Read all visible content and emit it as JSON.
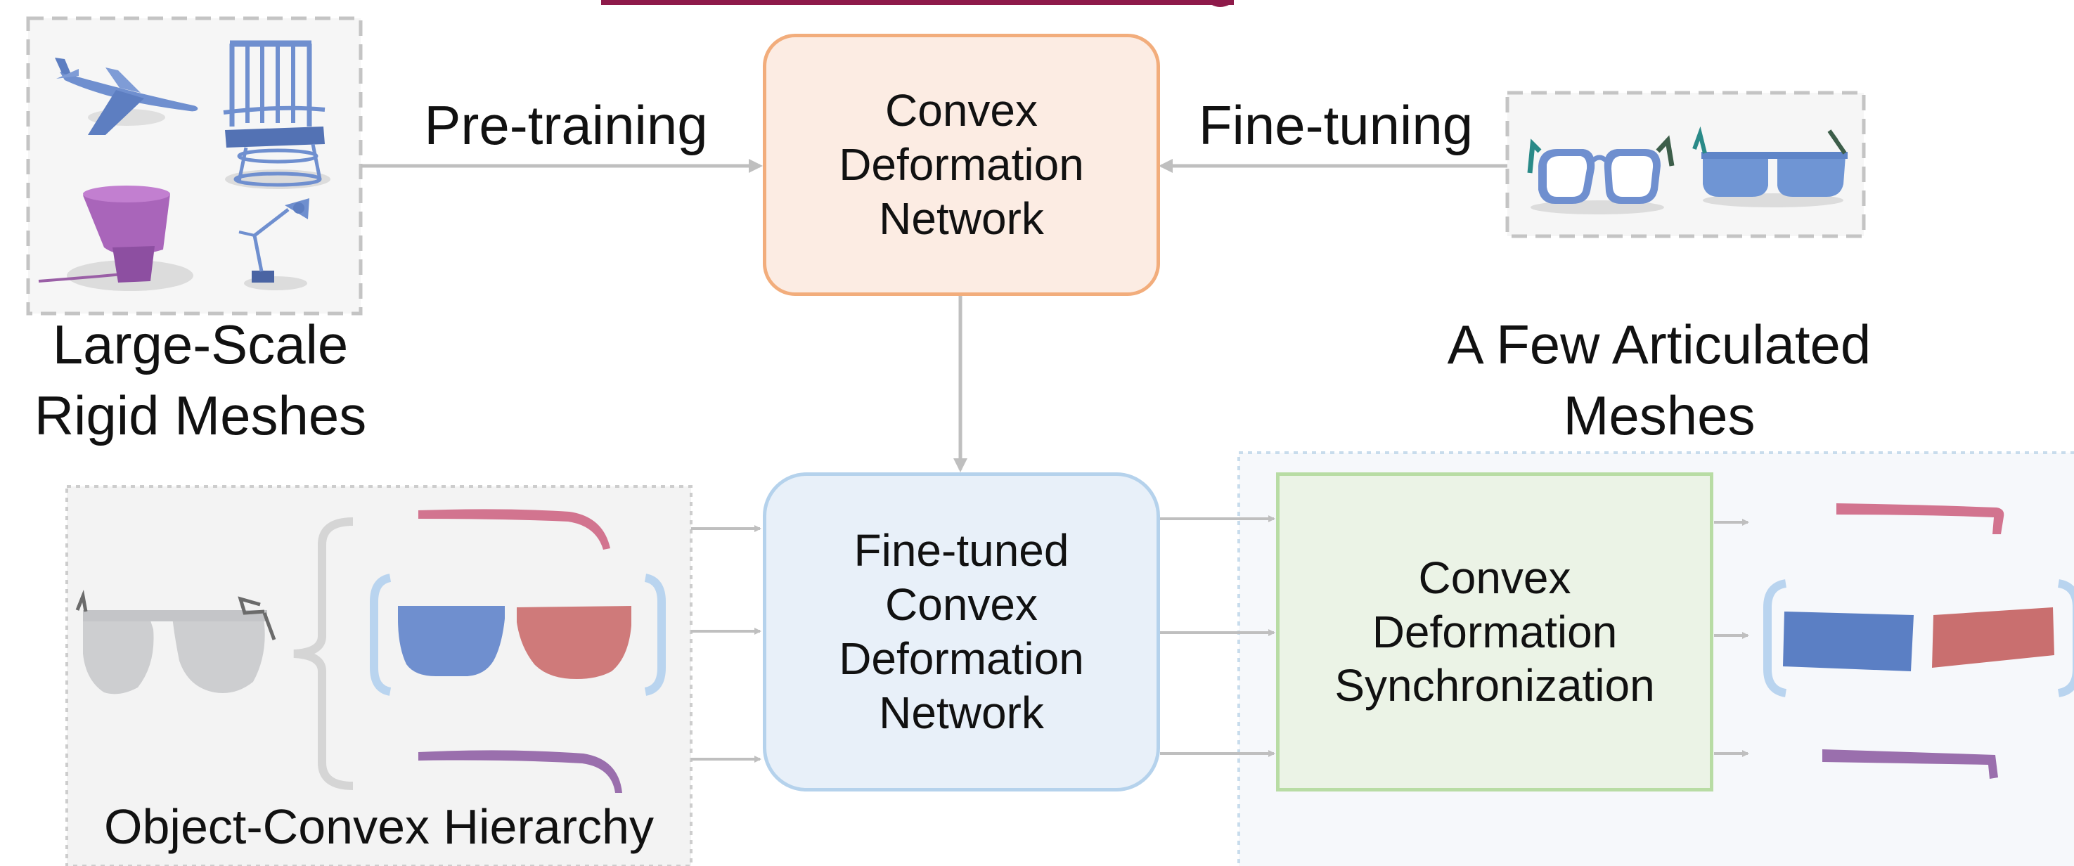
{
  "edge_labels": {
    "pretraining": "Pre-training",
    "finetuning": "Fine-tuning"
  },
  "captions": {
    "large_scale": [
      "Large-Scale",
      "Rigid Meshes"
    ],
    "few_articulated": [
      "A Few Articulated",
      "Meshes"
    ],
    "hierarchy": "Object-Convex Hierarchy"
  },
  "nodes": {
    "cdn": {
      "lines": [
        "Convex",
        "Deformation",
        "Network"
      ],
      "fill": "#fcece3",
      "stroke": "#f2ad7c"
    },
    "ftcdn": {
      "lines": [
        "Fine-tuned",
        "Convex",
        "Deformation",
        "Network"
      ],
      "fill": "#e8f0f9",
      "stroke": "#b5d2ec"
    },
    "sync": {
      "lines": [
        "Convex",
        "Deformation",
        "Synchronization"
      ],
      "fill": "#ebf3e6",
      "stroke": "#b8dca4"
    }
  },
  "colors": {
    "arrow": "#bfbfbf",
    "part_blue": "#6f8fcf",
    "part_red": "#cf7a7a",
    "part_pink": "#d2748f",
    "part_purple": "#9a6fad",
    "gray_shape": "#cdced0",
    "bracket": "#b9d4ef",
    "title_rule": "#8e1a4a"
  },
  "icons": [
    "airplane-icon",
    "chair-icon",
    "lamp-icon",
    "desk-lamp-icon",
    "glasses-icon",
    "sunglasses-icon"
  ]
}
